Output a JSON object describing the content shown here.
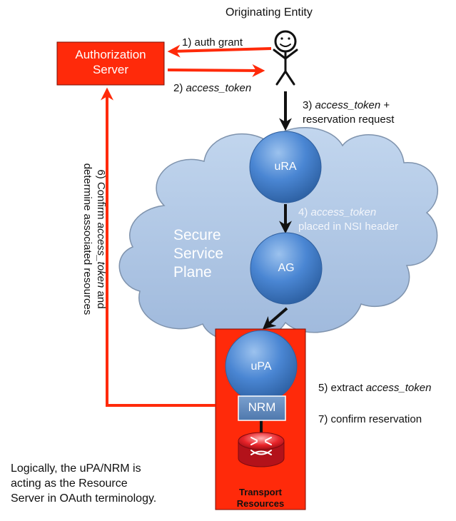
{
  "title": "Originating Entity",
  "auth_server": {
    "line1": "Authorization",
    "line2": "Server"
  },
  "steps": {
    "s1": "1) auth grant",
    "s2_num": "2) ",
    "s2_italic": "access_token",
    "s3_num": "3) ",
    "s3_italic": "access_token",
    "s3_rest": " +",
    "s3_line2": "reservation request",
    "s4_num": "4) ",
    "s4_italic": "access_token",
    "s4_line2": "placed in NSI header",
    "s5_num": "5) extract ",
    "s5_italic": "access_token",
    "s6_line1_a": "6) Confirm ",
    "s6_line1_italic": "access_token",
    "s6_line1_b": " and",
    "s6_line2": "determine associated resources",
    "s7": "7) confirm reservation"
  },
  "cloud_label": {
    "line1": "Secure",
    "line2": "Service",
    "line3": "Plane"
  },
  "nodes": {
    "ura": "uRA",
    "ag": "AG",
    "upa": "uPA",
    "nrm": "NRM"
  },
  "transport": {
    "line1": "Transport",
    "line2": "Resources"
  },
  "note": {
    "line1": "Logically, the uPA/NRM is",
    "line2": "acting as the Resource",
    "line3": "Server in OAuth terminology."
  },
  "colors": {
    "red": "#ff2a0a",
    "cloud_fill": "#a9c3e3",
    "cloud_stroke": "#7f93ad",
    "node_blue": "#4a86d3",
    "nrm_box": "#5b84b8"
  }
}
